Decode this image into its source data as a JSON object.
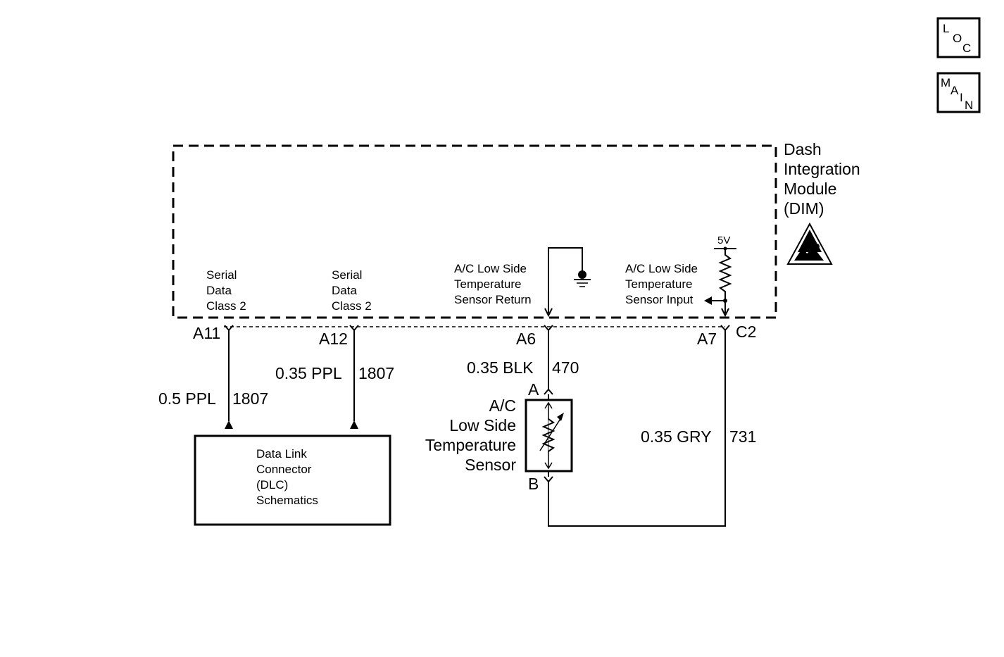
{
  "nav": {
    "loc": [
      "L",
      "O",
      "C"
    ],
    "main": [
      "M",
      "A",
      "I",
      "N"
    ]
  },
  "module": {
    "name_lines": [
      "Dash",
      "Integration",
      "Module",
      "(DIM)"
    ],
    "connector": "C2",
    "esd_icon": "esd-warning-icon",
    "voltage": "5V"
  },
  "internal_labels": {
    "a11": [
      "Serial",
      "Data",
      "Class 2"
    ],
    "a12": [
      "Serial",
      "Data",
      "Class 2"
    ],
    "a6": [
      "A/C Low Side",
      "Temperature",
      "Sensor Return"
    ],
    "a7": [
      "A/C Low Side",
      "Temperature",
      "Sensor Input"
    ]
  },
  "pins": {
    "a11": "A11",
    "a12": "A12",
    "a6": "A6",
    "a7": "A7"
  },
  "wires": {
    "a11": {
      "spec": "0.5 PPL",
      "circuit": "1807"
    },
    "a12": {
      "spec": "0.35 PPL",
      "circuit": "1807"
    },
    "a6": {
      "spec": "0.35 BLK",
      "circuit": "470"
    },
    "a7": {
      "spec": "0.35 GRY",
      "circuit": "731"
    }
  },
  "sensor": {
    "pin_a": "A",
    "pin_b": "B",
    "name_lines": [
      "A/C",
      "Low Side",
      "Temperature",
      "Sensor"
    ]
  },
  "dlc": {
    "lines": [
      "Data Link",
      "Connector",
      "(DLC)",
      "Schematics"
    ]
  }
}
